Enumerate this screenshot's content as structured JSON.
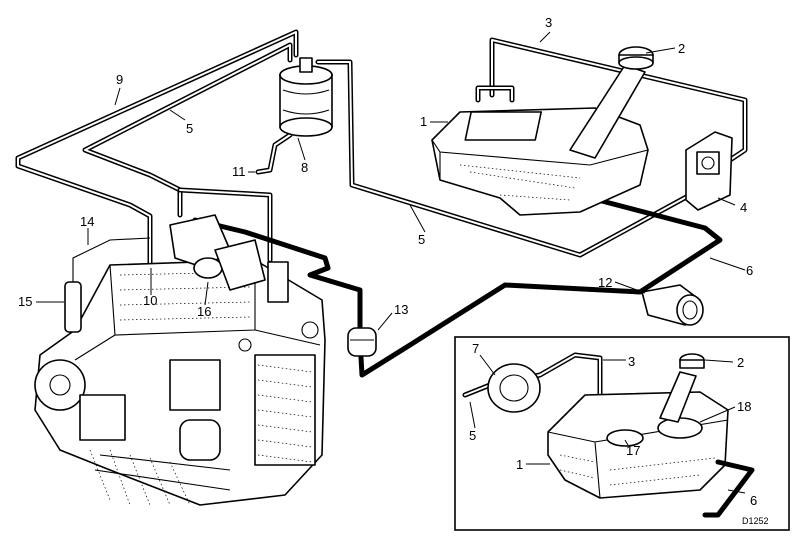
{
  "callouts": {
    "c1": "1",
    "c2": "2",
    "c3": "3",
    "c4": "4",
    "c5a": "5",
    "c5b": "5",
    "c6": "6",
    "c8": "8",
    "c9": "9",
    "c10": "10",
    "c11": "11",
    "c12": "12",
    "c13": "13",
    "c14": "14",
    "c15": "15",
    "c16": "16",
    "i1": "1",
    "i2": "2",
    "i3": "3",
    "i5": "5",
    "i6": "6",
    "i7": "7",
    "i17": "17",
    "i18": "18"
  },
  "drawing_ref": "D1252"
}
